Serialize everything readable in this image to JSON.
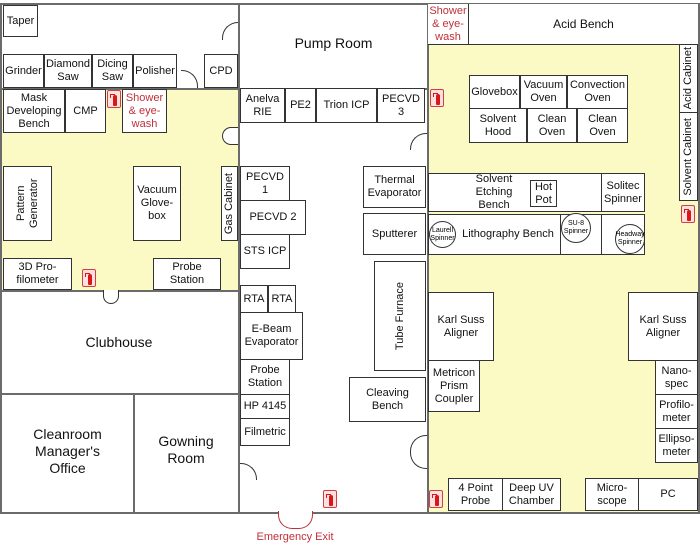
{
  "rooms": {
    "pump_room": "Pump Room",
    "clubhouse": "Clubhouse",
    "manager_office": "Cleanroom Manager's Office",
    "gowning_room": "Gowning Room"
  },
  "left_lab": {
    "taper": "Taper",
    "grinder": "Grinder",
    "diamond_saw": "Diamond Saw",
    "dicing_saw": "Dicing Saw",
    "polisher": "Polisher",
    "cpd": "CPD",
    "mask_bench": "Mask Developing Bench",
    "cmp": "CMP",
    "shower": "Shower & eye-wash",
    "pattern_generator": "Pattern Generator",
    "vacuum_glovebox": "Vacuum Glove-box",
    "gas_cabinet": "Gas Cabinet",
    "profilometer_3d": "3D Pro-filometer",
    "probe_station": "Probe Station"
  },
  "center": {
    "anelva_rie": "Anelva RIE",
    "pe2": "PE2",
    "trion_icp": "Trion ICP",
    "pecvd3": "PECVD 3",
    "pecvd1": "PECVD 1",
    "pecvd2": "PECVD 2",
    "sts_icp": "STS ICP",
    "rta1": "RTA",
    "rta2": "RTA",
    "ebeam": "E-Beam Evaporator",
    "probe_station": "Probe Station",
    "hp4145": "HP 4145",
    "filmetric": "Filmetric",
    "thermal_evaporator": "Thermal Evaporator",
    "sputterer": "Sputterer",
    "tube_furnace": "Tube Furnace",
    "cleaving_bench": "Cleaving Bench",
    "emergency_exit": "Emergency Exit"
  },
  "right_lab": {
    "shower": "Shower & eye-wash",
    "acid_bench": "Acid Bench",
    "glovebox": "Glovebox",
    "vacuum_oven": "Vacuum Oven",
    "convection_oven": "Convection Oven",
    "solvent_hood": "Solvent Hood",
    "clean_oven1": "Clean Oven",
    "clean_oven2": "Clean Oven",
    "acid_cabinet": "Acid Cabinet",
    "solvent_cabinet": "Solvent Cabinet",
    "solvent_etching_bench": "Solvent Etching Bench",
    "hot_pot": "Hot Pot",
    "solitec_spinner": "Solitec Spinner",
    "lithography_bench": "Lithography Bench",
    "laurell_spinner": "Laurell Spinner",
    "su8_spinner": "SU-8 Spinner",
    "headway_spinner": "Headway Spinner",
    "karl_suss_left": "Karl Suss Aligner",
    "karl_suss_right": "Karl Suss Aligner",
    "metricon": "Metricon Prism Coupler",
    "nanospec": "Nano-spec",
    "profilometer": "Profilo-meter",
    "ellipsometer": "Ellipso-meter",
    "four_point_probe": "4 Point Probe",
    "deep_uv": "Deep UV Chamber",
    "microscope": "Micro-scope",
    "pc": "PC"
  },
  "colors": {
    "lab_fill": "#fcfac4",
    "safety_red": "#c0303a"
  }
}
